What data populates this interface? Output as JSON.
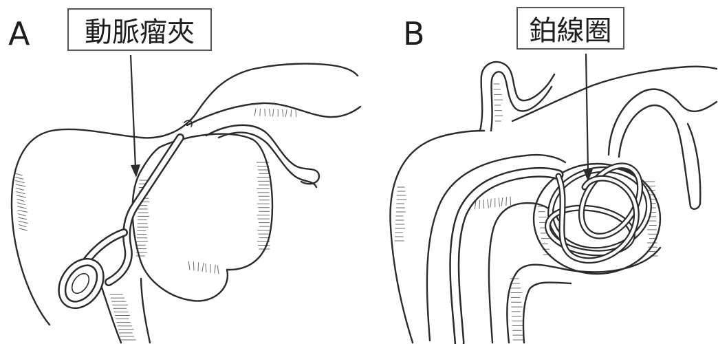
{
  "panels": [
    {
      "letter": "A",
      "label": "動脈瘤夾"
    },
    {
      "letter": "B",
      "label": "鉑線圈"
    }
  ],
  "colors": {
    "ink": "#2b2b2b",
    "background": "#ffffff",
    "label_border": "#555555",
    "hatch": "#6a6a6a"
  }
}
